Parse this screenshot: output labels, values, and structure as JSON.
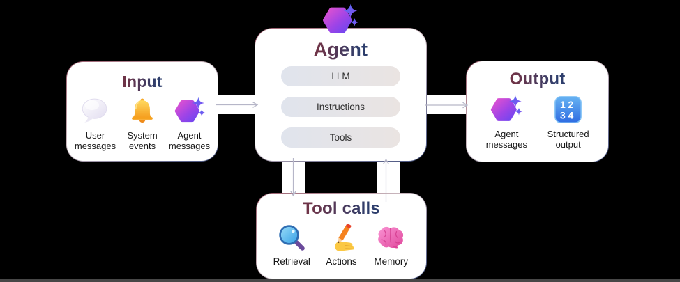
{
  "canvas": {
    "background": "#000000",
    "bottom_bar_color": "#474747"
  },
  "style": {
    "arrow_color": "#b6b6c8",
    "title_gradient_from": "#6e3448",
    "title_gradient_to": "#2e3e6c",
    "hexagon_gradient": [
      "#e352cf",
      "#a044e6",
      "#6d46f0"
    ],
    "numbers_icon_gradient": [
      "#66b2f2",
      "#2f6ce2"
    ]
  },
  "input_card": {
    "title": "Input",
    "items": [
      {
        "icon": "speech-bubble-icon",
        "label": "User\nmessages"
      },
      {
        "icon": "bell-icon",
        "label": "System\nevents"
      },
      {
        "icon": "agent-hexagon-icon",
        "label": "Agent\nmessages"
      }
    ]
  },
  "agent_card": {
    "title": "Agent",
    "pills": [
      "LLM",
      "Instructions",
      "Tools"
    ]
  },
  "output_card": {
    "title": "Output",
    "items": [
      {
        "icon": "agent-hexagon-icon",
        "label": "Agent\nmessages"
      },
      {
        "icon": "numbers-icon",
        "label": "Structured\noutput"
      }
    ]
  },
  "tool_calls_card": {
    "title": "Tool calls",
    "items": [
      {
        "icon": "magnifier-icon",
        "label": "Retrieval"
      },
      {
        "icon": "pencil-hand-icon",
        "label": "Actions"
      },
      {
        "icon": "brain-icon",
        "label": "Memory"
      }
    ]
  }
}
